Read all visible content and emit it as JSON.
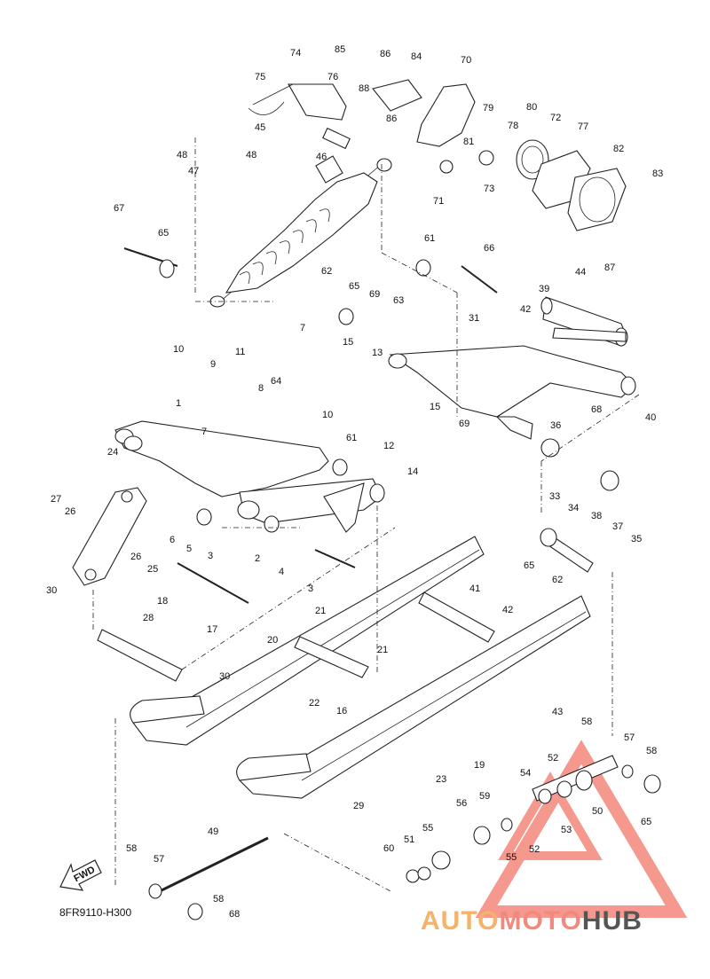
{
  "diagram_code": "8FR9110-H300",
  "direction_tag": "FWD",
  "watermark": {
    "part1": "AUTO",
    "part2": "MOTO",
    "part3": "HUB"
  },
  "part_numbers": [
    "74",
    "85",
    "86",
    "84",
    "70",
    "75",
    "76",
    "88",
    "86",
    "79",
    "78",
    "80",
    "72",
    "77",
    "45",
    "48",
    "47",
    "48",
    "46",
    "81",
    "73",
    "82",
    "83",
    "71",
    "67",
    "65",
    "61",
    "66",
    "87",
    "62",
    "65",
    "69",
    "63",
    "44",
    "39",
    "42",
    "31",
    "15",
    "13",
    "10",
    "9",
    "11",
    "7",
    "8",
    "64",
    "10",
    "15",
    "69",
    "68",
    "40",
    "1",
    "7",
    "36",
    "12",
    "61",
    "14",
    "24",
    "27",
    "26",
    "6",
    "5",
    "3",
    "2",
    "4",
    "3",
    "26",
    "25",
    "30",
    "18",
    "33",
    "34",
    "38",
    "37",
    "35",
    "65",
    "62",
    "21",
    "41",
    "42",
    "17",
    "20",
    "28",
    "21",
    "30",
    "22",
    "16",
    "43",
    "58",
    "57",
    "52",
    "58",
    "54",
    "23",
    "19",
    "29",
    "56",
    "59",
    "53",
    "50",
    "65",
    "49",
    "51",
    "55",
    "55",
    "52",
    "60",
    "58",
    "57",
    "58",
    "68"
  ]
}
